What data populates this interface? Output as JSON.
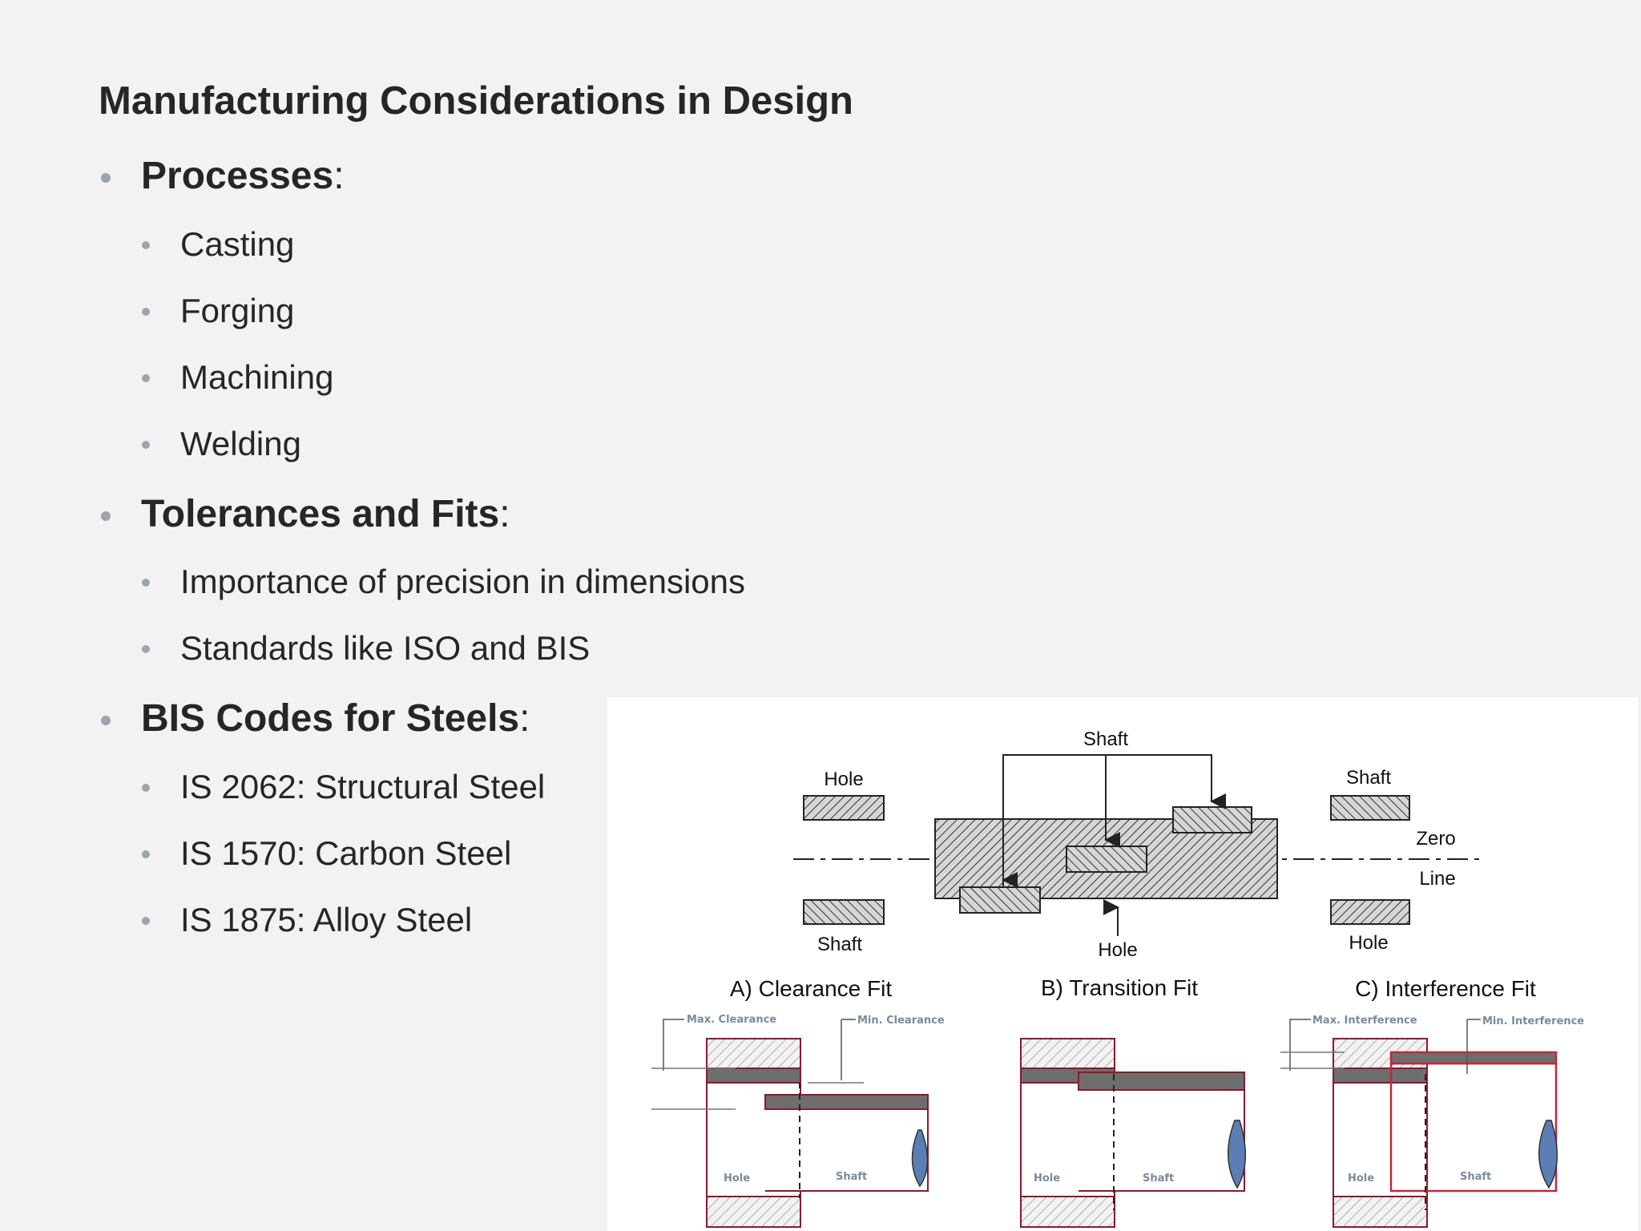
{
  "title": "Manufacturing Considerations in Design",
  "sections": [
    {
      "heading": "Processes",
      "colon": ":",
      "items": [
        "Casting",
        "Forging",
        "Machining",
        "Welding"
      ]
    },
    {
      "heading": "Tolerances and Fits",
      "colon": ":",
      "items": [
        "Importance of precision in dimensions",
        "Standards like ISO and BIS"
      ]
    },
    {
      "heading": "BIS Codes for Steels",
      "colon": ":",
      "items": [
        "IS 2062: Structural Steel",
        "IS 1570: Carbon Steel",
        "IS 1875: Alloy Steel"
      ]
    }
  ],
  "diagram": {
    "top": {
      "hole_left": "Hole",
      "shaft_left": "Shaft",
      "shaft_top": "Shaft",
      "hole_center": "Hole",
      "shaft_right": "Shaft",
      "hole_right": "Hole",
      "zero": "Zero",
      "line": "Line"
    },
    "captions": {
      "a": "A) Clearance Fit",
      "b": "B) Transition Fit",
      "c": "C) Interference Fit"
    },
    "details": {
      "max_clearance": "Max. Clearance",
      "min_clearance": "Min. Clearance",
      "max_interference": "Max. Interference",
      "min_interference": "Min. Interference",
      "hole": "Hole",
      "shaft": "Shaft"
    }
  }
}
